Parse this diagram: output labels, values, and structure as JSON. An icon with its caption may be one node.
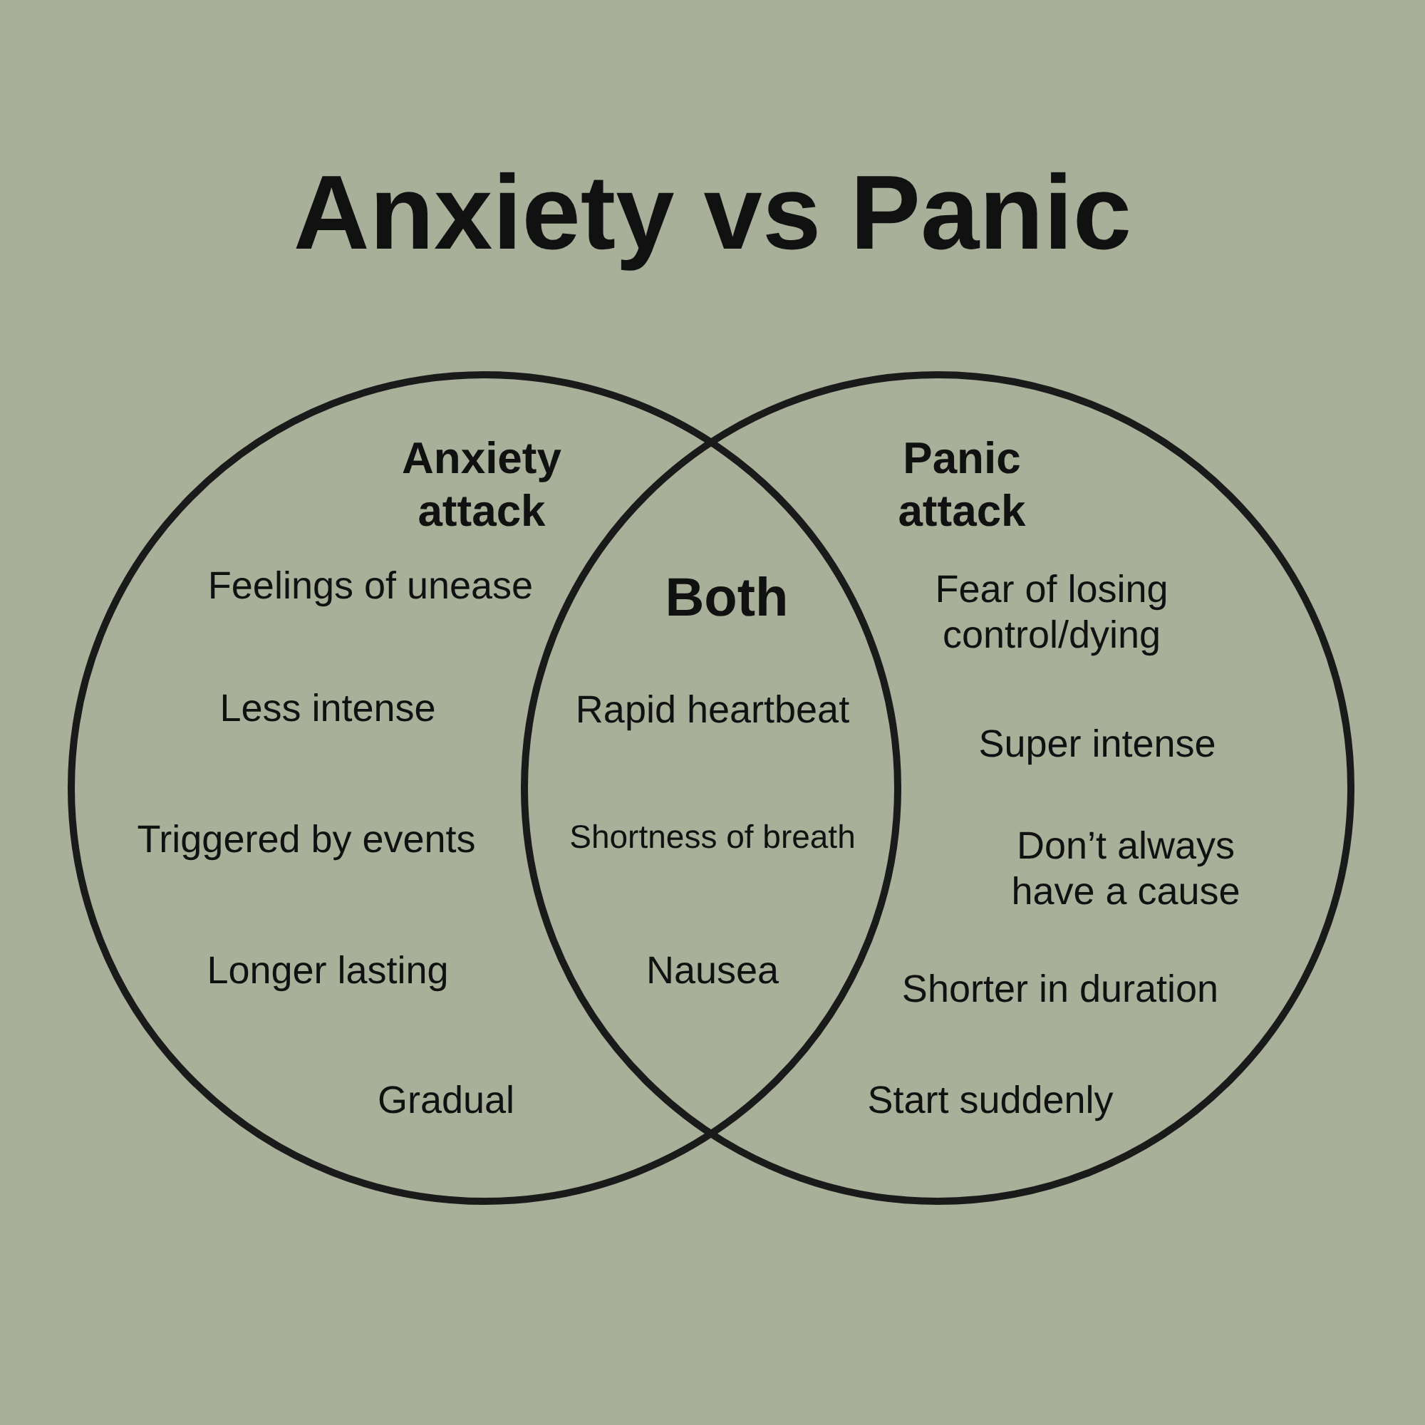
{
  "diagram": {
    "title": "Anxiety vs Panic",
    "nodes": [
      {
        "text": [
          "Anxiety attack",
          "Feelings of unease",
          "Less intense",
          "Triggered by events",
          "Longer lasting",
          "Gradual"
        ]
      },
      {
        "text": [
          "Panic attack",
          "Fear of losing control/dying",
          "Super intense",
          "Don’t always have a cause",
          "Shorter in duration",
          "Start suddenly"
        ]
      }
    ],
    "edges": [],
    "labels": [
      "Both",
      "Rapid heartbeat",
      "Shortness of breath",
      "Nausea"
    ]
  }
}
